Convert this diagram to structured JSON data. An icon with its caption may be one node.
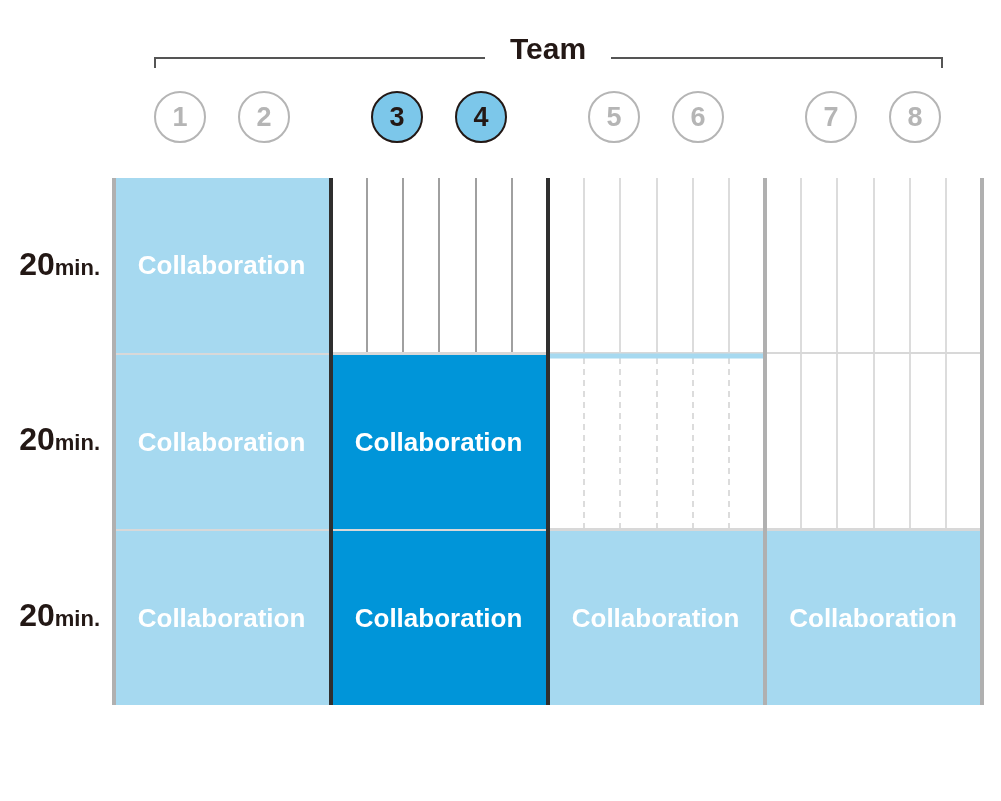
{
  "diagram": {
    "nodes": [
      {
        "text": [
          "1"
        ]
      },
      {
        "text": [
          "2"
        ]
      },
      {
        "text": [
          "3"
        ]
      },
      {
        "text": [
          "4"
        ]
      },
      {
        "text": [
          "5"
        ]
      },
      {
        "text": [
          "6"
        ]
      },
      {
        "text": [
          "7"
        ]
      },
      {
        "text": [
          "8"
        ]
      },
      {
        "text": [
          "Collaboration"
        ]
      },
      {
        "text": [
          "Collaboration"
        ]
      },
      {
        "text": [
          "Collaboration"
        ]
      },
      {
        "text": [
          "Collaboration"
        ]
      },
      {
        "text": [
          "Collaboration"
        ]
      },
      {
        "text": [
          "Collaboration"
        ]
      },
      {
        "text": [
          "Collaboration"
        ]
      }
    ],
    "labels": [
      "Team",
      "20min.",
      "20min.",
      "20min."
    ]
  }
}
